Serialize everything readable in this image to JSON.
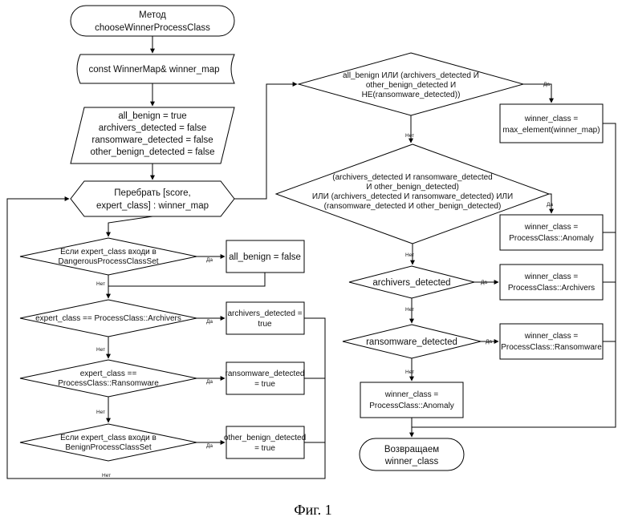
{
  "nodes": {
    "start": [
      "Метод",
      "chooseWinnerProcessClass"
    ],
    "input": [
      "const WinnerMap& winner_map"
    ],
    "init": [
      "all_benign = true",
      "archivers_detected = false",
      "ransomware_detected = false",
      "other_benign_detected = false"
    ],
    "loop": [
      "Перебрать [score,",
      "expert_class] : winner_map"
    ],
    "d_dangerous": [
      "Если expert_class входи в",
      "DangerousProcessClassSet"
    ],
    "p_all_benign": [
      "all_benign = false"
    ],
    "d_archivers": [
      "expert_class == ProcessClass::Archivers"
    ],
    "p_archivers": [
      "archivers_detected =",
      "true"
    ],
    "d_ransomware": [
      "expert_class ==",
      "ProcessClass::Ransomware"
    ],
    "p_ransomware": [
      "ransomware_detected",
      "= true"
    ],
    "d_benign": [
      "Если expert_class входи в",
      "BenignProcessClassSet"
    ],
    "p_other_benign": [
      "other_benign_detected",
      "= true"
    ],
    "d_cond1": [
      "all_benign ИЛИ (archivers_detected И",
      "other_benign_detected И",
      "НЕ(ransomware_detected))"
    ],
    "p_max": [
      "winner_class =",
      "max_element(winner_map)"
    ],
    "d_cond2": [
      "(archivers_detected И ransomware_detected",
      "И other_benign_detected)",
      "ИЛИ (archivers_detected И ransomware_detected) ИЛИ",
      "(ransomware_detected И other_benign_detected)"
    ],
    "p_anomaly1": [
      "winner_class =",
      "ProcessClass::Anomaly"
    ],
    "d_arch_det": [
      "archivers_detected"
    ],
    "p_arch_class": [
      "winner_class =",
      "ProcessClass::Archivers"
    ],
    "d_rans_det": [
      "ransomware_detected"
    ],
    "p_rans_class": [
      "winner_class =",
      "ProcessClass::Ransomware"
    ],
    "p_anomaly2": [
      "winner_class =",
      "ProcessClass::Anomaly"
    ],
    "end": [
      "Возвращаем",
      "winner_class"
    ]
  },
  "labels": {
    "yes": "Да",
    "no": "Нет"
  },
  "caption": "Фиг. 1"
}
